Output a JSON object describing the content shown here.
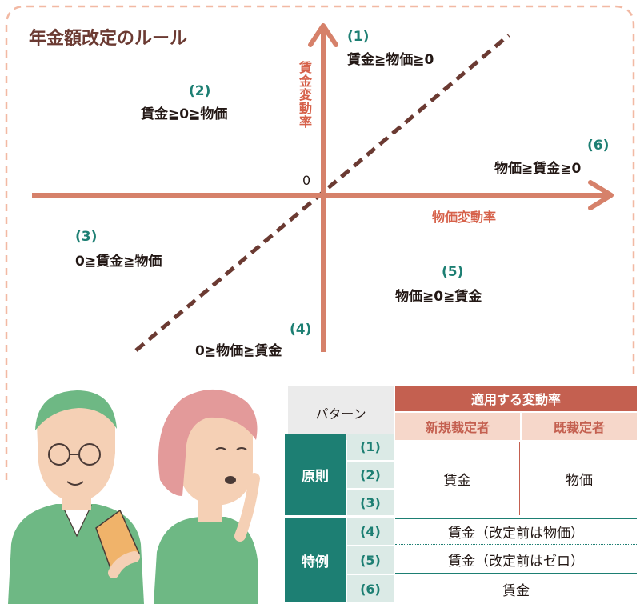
{
  "title": "年金額改定のルール",
  "axes": {
    "y_label": "賃金変動率",
    "x_label": "物価変動率",
    "origin": "0"
  },
  "regions": [
    {
      "num": "(1)",
      "condition": "賃金≧物価≧0"
    },
    {
      "num": "(2)",
      "condition": "賃金≧0≧物価"
    },
    {
      "num": "(3)",
      "condition": "0≧賃金≧物価"
    },
    {
      "num": "(4)",
      "condition": "0≧物価≧賃金"
    },
    {
      "num": "(5)",
      "condition": "物価≧0≧賃金"
    },
    {
      "num": "(6)",
      "condition": "物価≧賃金≧0"
    }
  ],
  "table": {
    "pattern_header": "パターン",
    "rate_header": "適用する変動率",
    "new_header": "新規裁定者",
    "existing_header": "既裁定者",
    "principle_label": "原則",
    "special_label": "特例",
    "rows": [
      "(1)",
      "(2)",
      "(3)",
      "(4)",
      "(5)",
      "(6)"
    ],
    "principle_new": "賃金",
    "principle_existing": "物価",
    "special_values": [
      "賃金（改定前は物価）",
      "賃金（改定前はゼロ）",
      "賃金"
    ]
  },
  "colors": {
    "axis": "#d6816a",
    "diagonal": "#6b3a32",
    "teal": "#1d7f73",
    "salmon": "#c46050",
    "frame_dash": "#f2b9a4"
  }
}
